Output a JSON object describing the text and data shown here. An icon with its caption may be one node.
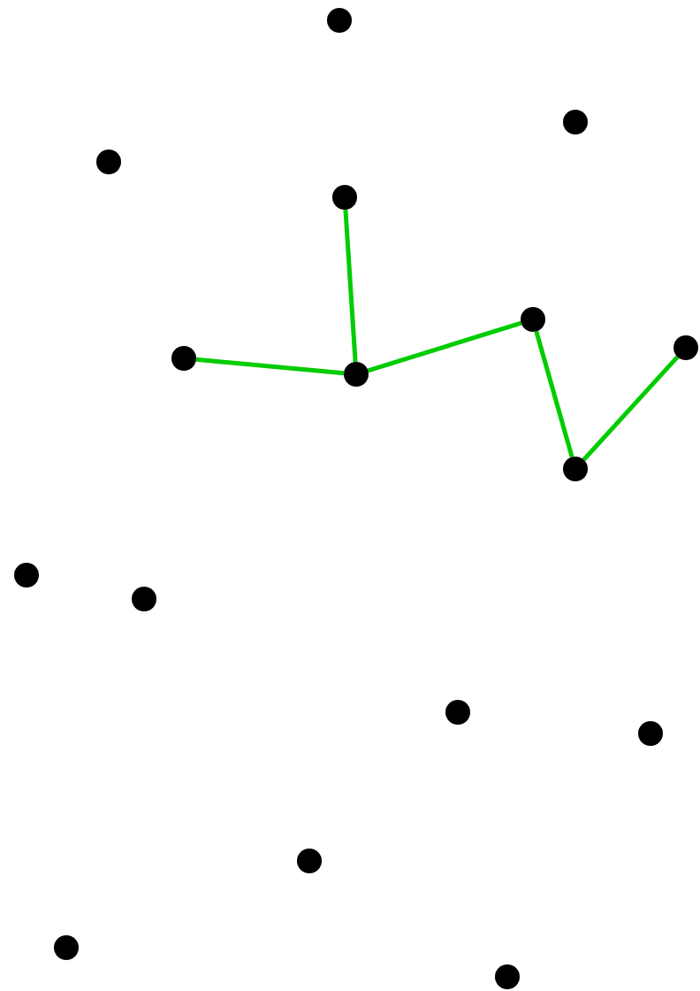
{
  "diagram": {
    "nodes": [
      {
        "text": [],
        "shape": "circle"
      },
      {
        "text": [],
        "shape": "circle"
      },
      {
        "text": [],
        "shape": "circle"
      },
      {
        "text": [],
        "shape": "circle"
      },
      {
        "text": [],
        "shape": "circle"
      },
      {
        "text": [],
        "shape": "circle"
      },
      {
        "text": [],
        "shape": "circle"
      },
      {
        "text": [],
        "shape": "circle"
      },
      {
        "text": [],
        "shape": "circle"
      },
      {
        "text": [],
        "shape": "circle"
      },
      {
        "text": [],
        "shape": "circle"
      },
      {
        "text": [],
        "shape": "circle"
      },
      {
        "text": [],
        "shape": "circle"
      },
      {
        "text": [],
        "shape": "circle"
      },
      {
        "text": [],
        "shape": "circle"
      },
      {
        "text": [],
        "shape": "circle"
      }
    ],
    "edges": [
      {
        "from": 3,
        "to": 7,
        "arrow": "none"
      },
      {
        "from": 6,
        "to": 7,
        "arrow": "none"
      },
      {
        "from": 7,
        "to": 4,
        "arrow": "none"
      },
      {
        "from": 4,
        "to": 8,
        "arrow": "none"
      },
      {
        "from": 8,
        "to": 5,
        "arrow": "none"
      }
    ]
  }
}
